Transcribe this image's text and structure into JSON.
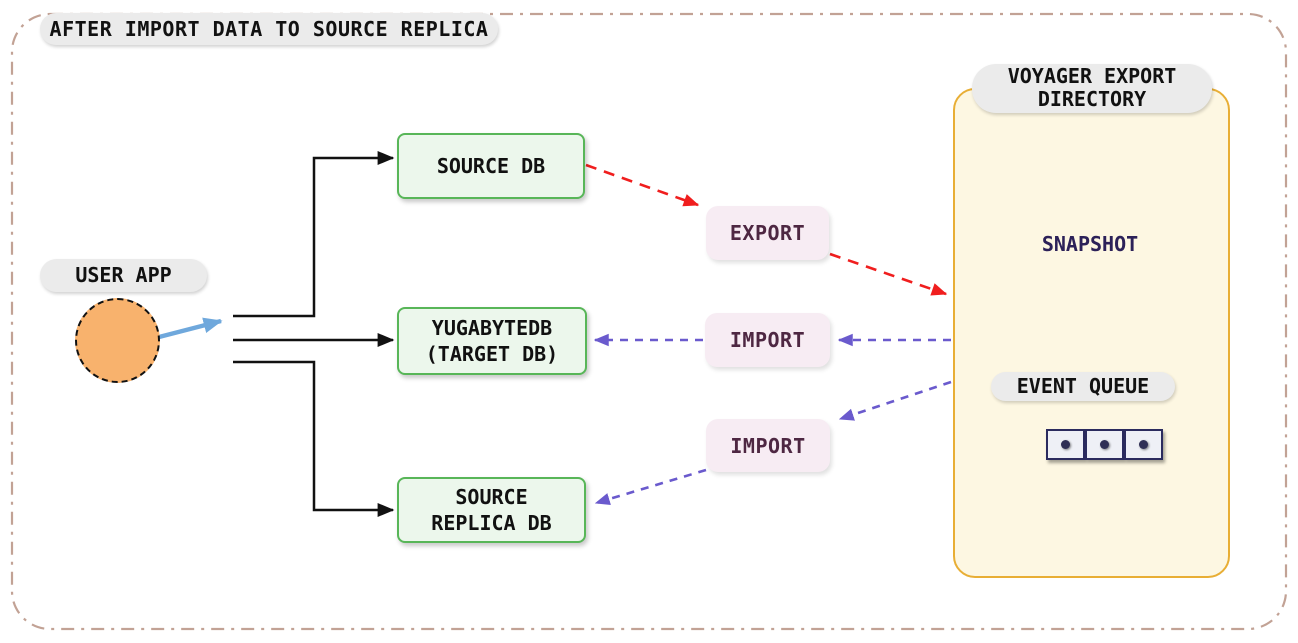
{
  "title": "AFTER IMPORT DATA TO SOURCE REPLICA",
  "user_app": {
    "label": "USER APP"
  },
  "databases": {
    "source_db": {
      "label": "SOURCE DB"
    },
    "target_db": {
      "line1": "YUGABYTEDB",
      "line2": "(TARGET DB)"
    },
    "source_replica_db": {
      "line1": "SOURCE",
      "line2": "REPLICA DB"
    }
  },
  "operations": {
    "export": {
      "label": "EXPORT"
    },
    "import_target": {
      "label": "IMPORT"
    },
    "import_replica": {
      "label": "IMPORT"
    }
  },
  "voyager": {
    "title_line1": "VOYAGER EXPORT",
    "title_line2": "DIRECTORY",
    "snapshot": {
      "label": "SNAPSHOT"
    },
    "event_queue": {
      "label": "EVENT QUEUE",
      "cell_count": 3
    }
  },
  "colors": {
    "outer_dash": "#c2a295",
    "green_fill": "#ecf7ec",
    "green_border": "#58b658",
    "pink_fill": "#f7ecf3",
    "pink_text": "#4e2742",
    "red_arrow": "#f01e1e",
    "purple_arrow": "#6a5acd",
    "blue_arrow": "#6fa8dc",
    "orange_fill": "#f8b26d",
    "yellow_fill": "#fdf7e2",
    "yellow_border": "#e8ae35",
    "cylinder_fill": "#cbc1e9",
    "cylinder_border": "#4c3aa0",
    "pill_fill": "#ebebeb",
    "queue_cell_border": "#2b2b5e"
  }
}
